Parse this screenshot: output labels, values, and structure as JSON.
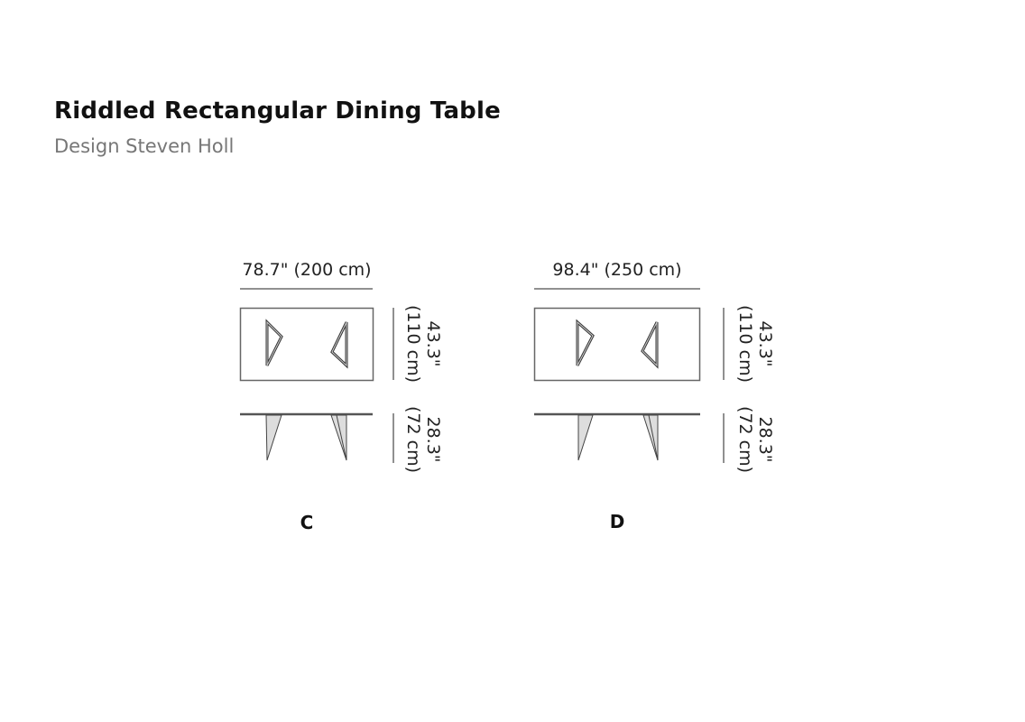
{
  "header": {
    "title": "Riddled Rectangular Dining Table",
    "subtitle": "Design Steven Holl"
  },
  "variants": [
    {
      "label": "C",
      "length": "78.7\" (200 cm)",
      "width_in": "43.3\"",
      "width_cm": "(110 cm)",
      "height_in": "28.3\"",
      "height_cm": "(72 cm)"
    },
    {
      "label": "D",
      "length": "98.4\" (250 cm)",
      "width_in": "43.3\"",
      "width_cm": "(110 cm)",
      "height_in": "28.3\"",
      "height_cm": "(72 cm)"
    }
  ]
}
